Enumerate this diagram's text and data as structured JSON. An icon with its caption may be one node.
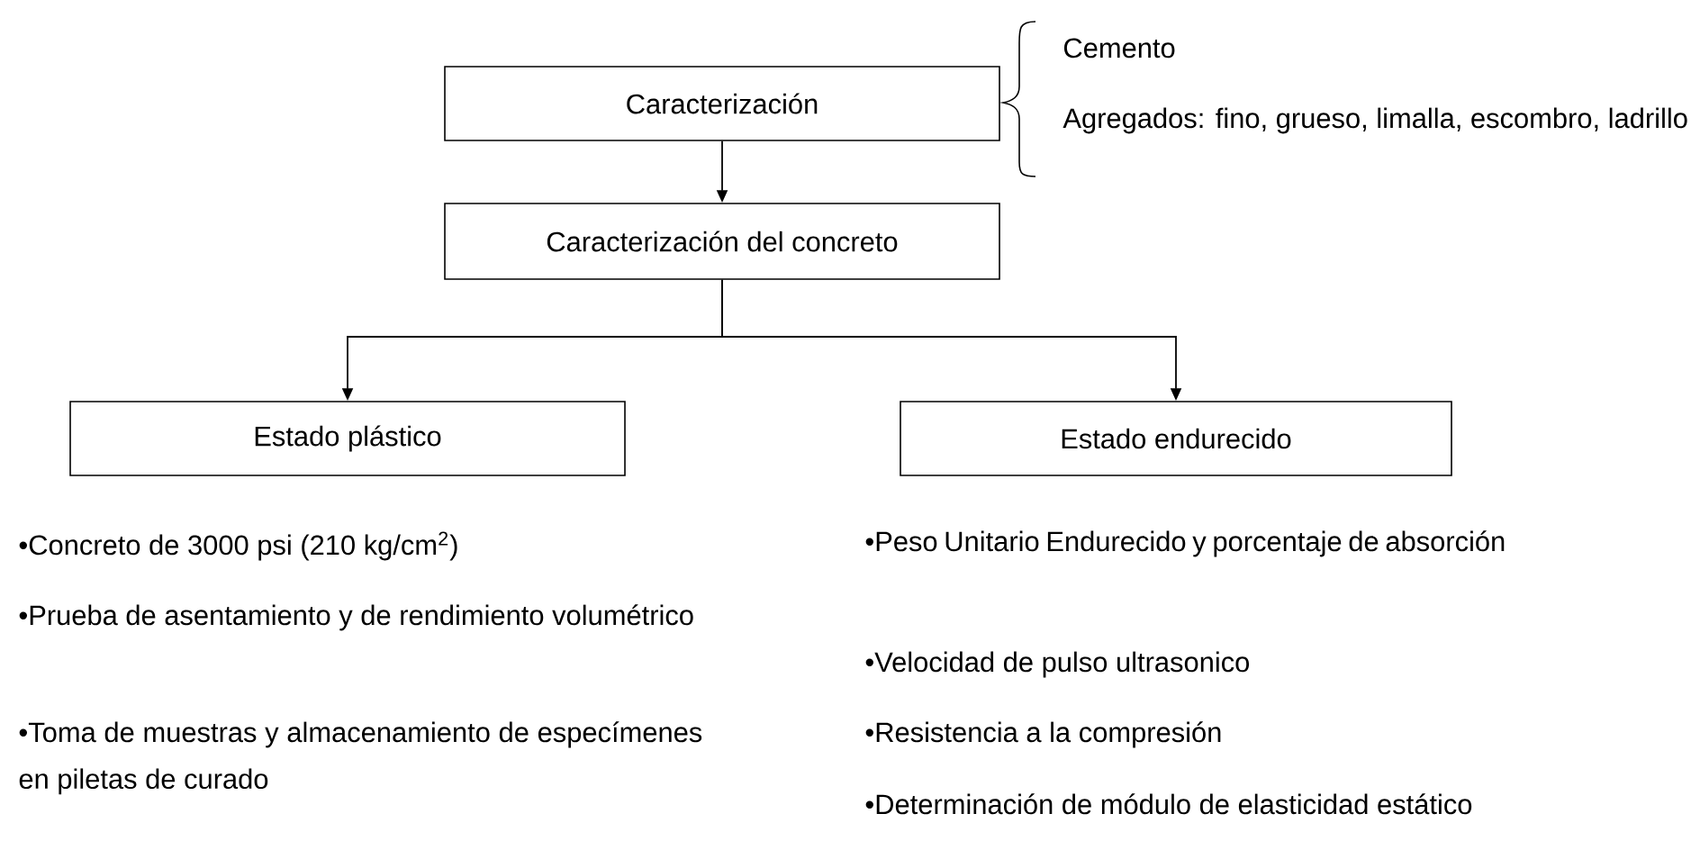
{
  "diagram": {
    "nodes": [
      {
        "text": [
          "Caracterización"
        ]
      },
      {
        "text": [
          "Caracterización del concreto"
        ]
      },
      {
        "text": [
          "Estado plástico"
        ]
      },
      {
        "text": [
          "Estado endurecido"
        ]
      }
    ],
    "edges": [
      {
        "from": 0,
        "to": 1,
        "arrow": "to"
      },
      {
        "from": 1,
        "to": 2,
        "arrow": "to"
      },
      {
        "from": 1,
        "to": 3,
        "arrow": "to"
      }
    ],
    "labels": [
      "Cemento",
      "Agregados: fino, grueso, limalla, escombro, ladrillo",
      "•Concreto de 3000 psi (210 kg/cm$^{2}$)",
      "•Prueba de asentamiento y de rendimiento volumétrico",
      "•Toma de muestras y almacenamiento de especímenes en piletas de curado",
      "•Peso Unitario Endurecido y porcentaje de absorción",
      "•Velocidad de pulso ultrasonico",
      "•Resistencia a la compresión",
      "•Determinación de módulo de elasticidad estático"
    ]
  }
}
